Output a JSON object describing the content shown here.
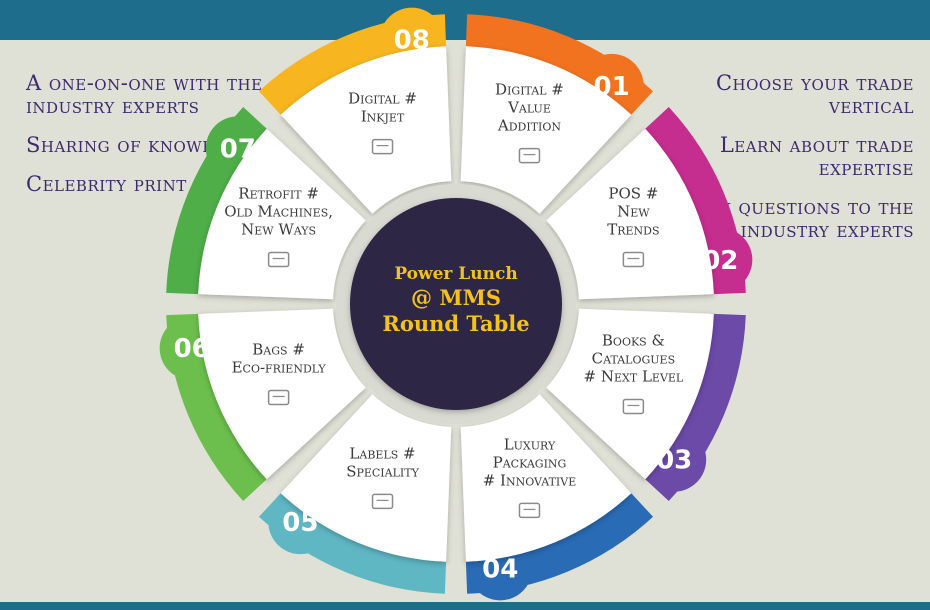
{
  "left_points": [
    "A one-on-one with the industry experts",
    "Sharing of knowledge",
    "Celebrity print expert"
  ],
  "right_points": [
    "Choose your trade vertical",
    "Learn about trade expertise",
    "Ask questions to the industry experts"
  ],
  "center": {
    "line1": "Power Lunch",
    "line2": "@ MMS",
    "line3": "Round Table"
  },
  "segments": [
    {
      "number": "01",
      "lines": [
        "Digital #",
        "Value",
        "Addition"
      ],
      "color": "#f2731f",
      "icon": "foil-sheet-icon"
    },
    {
      "number": "02",
      "lines": [
        "POS #",
        "New",
        "Trends"
      ],
      "color": "#c52d8f",
      "icon": "display-stand-icon"
    },
    {
      "number": "03",
      "lines": [
        "Books &",
        "Catalogues",
        "# Next Level"
      ],
      "color": "#6b4aa8",
      "icon": "open-book-icon"
    },
    {
      "number": "04",
      "lines": [
        "Luxury",
        "Packaging",
        "# Innovative"
      ],
      "color": "#2a6bb5",
      "icon": "open-box-icon"
    },
    {
      "number": "05",
      "lines": [
        "Labels #",
        "Speciality"
      ],
      "color": "#5fb7c4",
      "icon": "tag-icon"
    },
    {
      "number": "06",
      "lines": [
        "Bags #",
        "Eco-friendly"
      ],
      "color": "#6cbf4c",
      "icon": "shopping-bag-icon"
    },
    {
      "number": "07",
      "lines": [
        "Retrofit #",
        "Old Machines,",
        "New Ways"
      ],
      "color": "#4fae48",
      "icon": "gear-icon"
    },
    {
      "number": "08",
      "lines": [
        "Digital #",
        "Inkjet"
      ],
      "color": "#f7b520",
      "icon": "swatch-fan-icon"
    }
  ]
}
